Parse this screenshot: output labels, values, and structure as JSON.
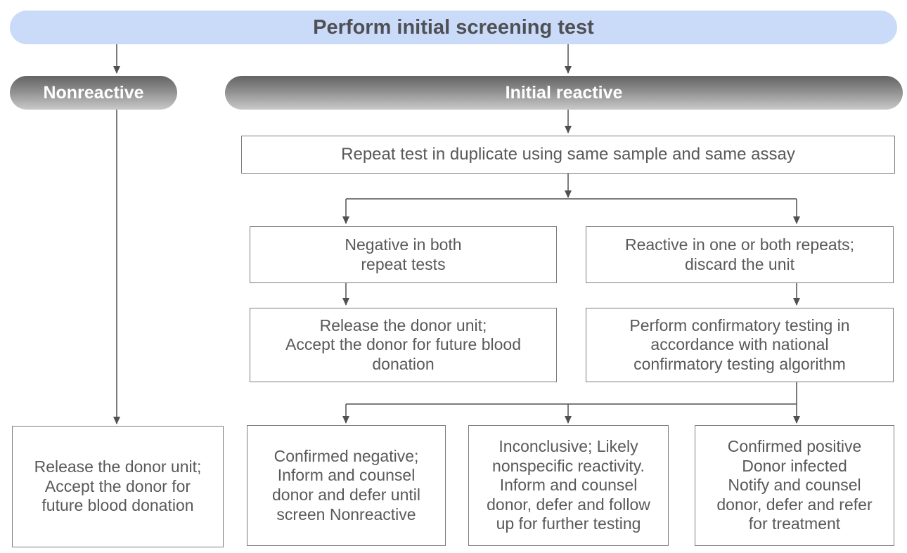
{
  "diagram": {
    "title": "Perform initial screening test",
    "branch_nonreactive": "Nonreactive",
    "branch_initial_reactive": "Initial reactive",
    "repeat_test": "Repeat test in duplicate using same sample and same assay",
    "negative_both": "Negative in both\nrepeat tests",
    "reactive_repeats": "Reactive in one or both repeats;\ndiscard the unit",
    "release_donor_mid": "Release the donor unit;\nAccept the donor for future blood\ndonation",
    "confirmatory_testing": "Perform confirmatory testing in\naccordance with national\nconfirmatory testing algorithm",
    "release_donor_left": "Release the donor unit;\nAccept the donor for\nfuture blood donation",
    "confirmed_negative": "Confirmed negative;\nInform and counsel\ndonor and defer until\nscreen Nonreactive",
    "inconclusive": "Inconclusive; Likely\nnonspecific reactivity.\nInform and counsel\ndonor, defer and follow\nup for further testing",
    "confirmed_positive": "Confirmed positive\nDonor infected\nNotify and counsel\ndonor, defer and refer\nfor treatment"
  },
  "colors": {
    "header_fill": "#c9dbf8",
    "header_text": "#4f5055",
    "pill_top": "#646464",
    "pill_bottom": "#c9c9c9",
    "pill_text": "#ffffff",
    "box_border": "#7b7c7f",
    "box_text": "#58595b",
    "connector": "#4f5052"
  }
}
